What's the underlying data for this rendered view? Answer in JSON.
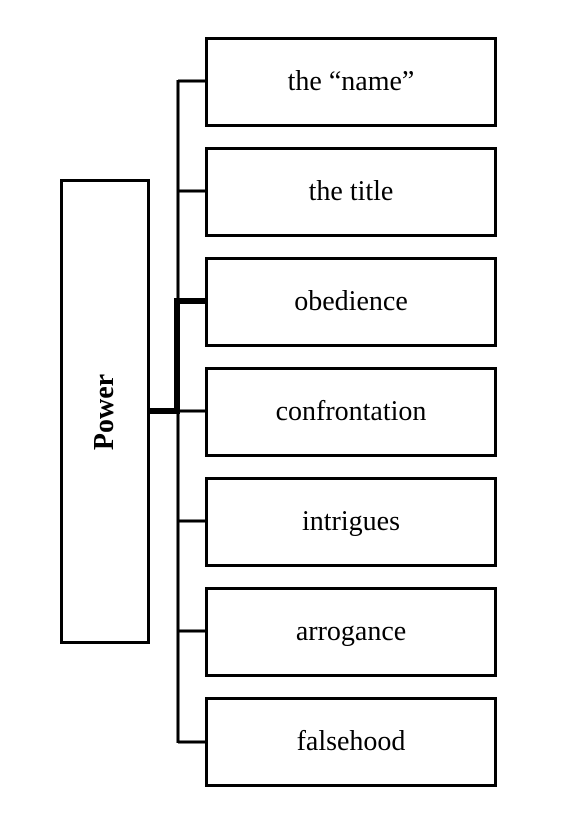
{
  "diagram": {
    "root": {
      "label": "Power"
    },
    "children": [
      {
        "label": "the “name”"
      },
      {
        "label": "the title"
      },
      {
        "label": "obedience",
        "emphasized": true
      },
      {
        "label": "confrontation"
      },
      {
        "label": "intrigues"
      },
      {
        "label": "arrogance"
      },
      {
        "label": "falsehood"
      }
    ],
    "colors": {
      "line": "#000000",
      "background": "#ffffff"
    }
  }
}
